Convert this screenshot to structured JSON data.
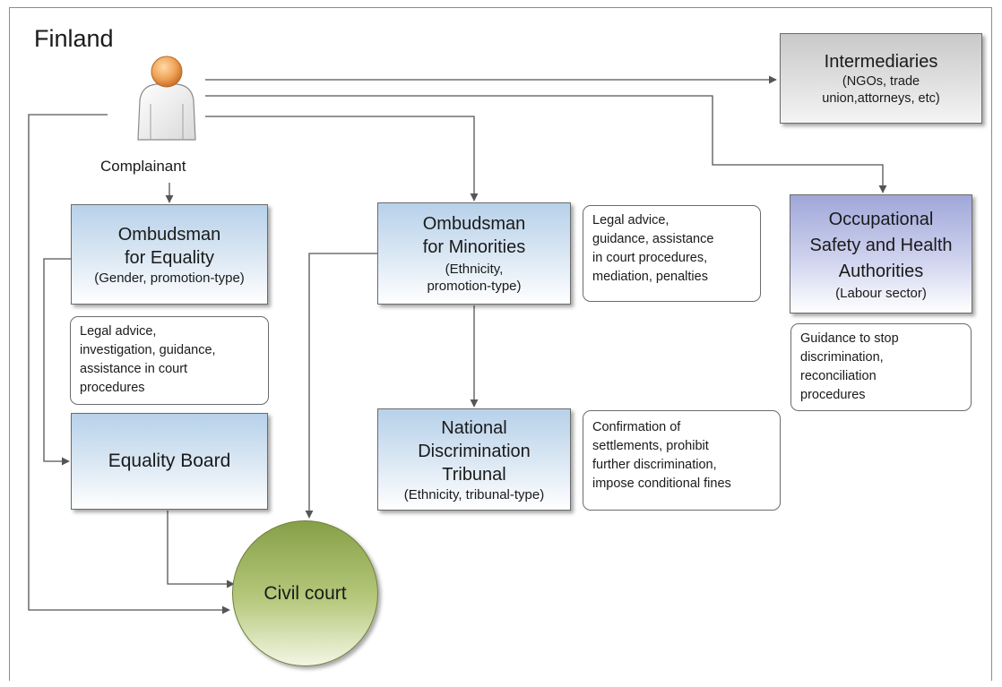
{
  "country": "Finland",
  "complainant": {
    "label": "Complainant"
  },
  "intermediaries": {
    "title": "Intermediaries",
    "sub": [
      "(NGOs, trade",
      "union,attorneys, etc)"
    ]
  },
  "ombudsman_equality": {
    "title": [
      "Ombudsman",
      "for Equality"
    ],
    "sub": "(Gender, promotion-type)"
  },
  "ombudsman_minorities": {
    "title": [
      "Ombudsman",
      "for Minorities"
    ],
    "sub": [
      "(Ethnicity,",
      "promotion-type)"
    ]
  },
  "oshа": null,
  "osha": {
    "title": [
      "Occupational",
      "Safety and Health",
      "Authorities"
    ],
    "sub": "(Labour sector)"
  },
  "equality_board": {
    "title": "Equality Board"
  },
  "tribunal": {
    "title": [
      "National",
      "Discrimination",
      "Tribunal"
    ],
    "sub": "(Ethnicity, tribunal-type)"
  },
  "civil_court": {
    "title": "Civil court"
  },
  "notes": {
    "equality": [
      "Legal advice,",
      "investigation, guidance,",
      "assistance in court",
      "procedures"
    ],
    "minorities": [
      "Legal advice,",
      "guidance, assistance",
      "in court procedures,",
      "mediation, penalties"
    ],
    "osha": [
      "Guidance to stop",
      "discrimination,",
      "reconciliation",
      "procedures"
    ],
    "tribunal": [
      "Confirmation of",
      "settlements, prohibit",
      "further discrimination,",
      "impose conditional fines"
    ]
  },
  "colors": {
    "blue_box": "#b7d1ea",
    "gray_box": "#c9c9c9",
    "purple_box": "#9fa7d9",
    "court": "#8aa04c",
    "line": "#555555"
  },
  "icons": {
    "person": "person-icon"
  }
}
